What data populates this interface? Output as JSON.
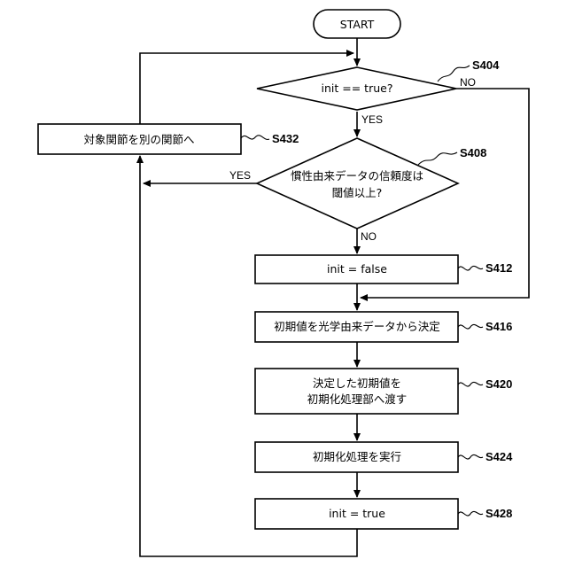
{
  "nodes": {
    "start": {
      "text": "START"
    },
    "d404": {
      "text": "init == true?",
      "label": "S404"
    },
    "s432": {
      "text": "対象関節を別の関節へ",
      "label": "S432"
    },
    "d408": {
      "line1": "慣性由来データの信頼度は",
      "line2": "閾値以上?",
      "label": "S408"
    },
    "s412": {
      "text": "init = false",
      "label": "S412"
    },
    "s416": {
      "text": "初期値を光学由来データから決定",
      "label": "S416"
    },
    "s420": {
      "line1": "決定した初期値を",
      "line2": "初期化処理部へ渡す",
      "label": "S420"
    },
    "s424": {
      "text": "初期化処理を実行",
      "label": "S424"
    },
    "s428": {
      "text": "init = true",
      "label": "S428"
    }
  },
  "edges": {
    "d404_yes": "YES",
    "d404_no": "NO",
    "d408_yes": "YES",
    "d408_no": "NO"
  }
}
